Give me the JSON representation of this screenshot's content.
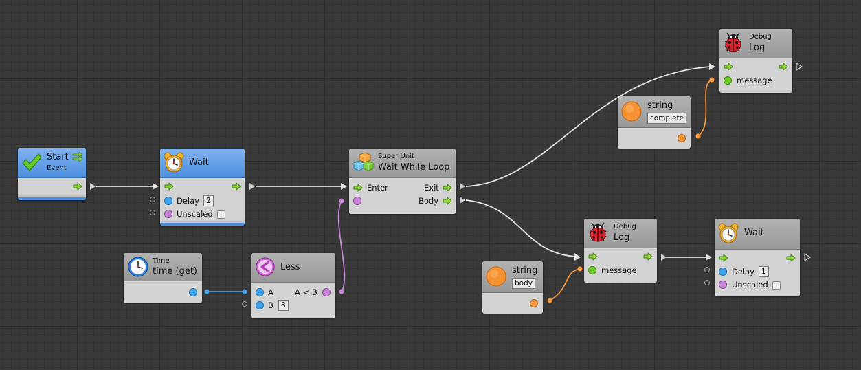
{
  "colors": {
    "canvas": "#393939",
    "node_header_gray": "#a5a5a5",
    "node_header_blue": "#5f9de6",
    "control_wire": "#e6e6e6",
    "float_port": "#3da3ec",
    "bool_port": "#c986d8",
    "string_port": "#f7963c",
    "flow_arrow": "#7ac92a"
  },
  "nodes": {
    "start": {
      "title": "Start",
      "subtitle": "Event",
      "icon": "checkmark-icon"
    },
    "wait1": {
      "title": "Wait",
      "icon": "alarm-clock-icon",
      "delay_label": "Delay",
      "delay_value": "2",
      "unscaled_label": "Unscaled"
    },
    "time": {
      "subtitle": "Time",
      "title": "time (get)",
      "icon": "clock-icon"
    },
    "less": {
      "title": "Less",
      "icon": "less-than-icon",
      "a_label": "A",
      "b_label": "B",
      "b_value": "8",
      "out_label": "A < B"
    },
    "superunit": {
      "subtitle": "Super Unit",
      "title": "Wait While Loop",
      "icon": "cubes-icon",
      "enter_label": "Enter",
      "exit_label": "Exit",
      "body_label": "Body"
    },
    "string1": {
      "title": "string",
      "value": "complete",
      "icon": "orange-circle-icon"
    },
    "debug1": {
      "subtitle": "Debug",
      "title": "Log",
      "icon": "ladybug-icon",
      "message_label": "message"
    },
    "string2": {
      "title": "string",
      "value": "body",
      "icon": "orange-circle-icon"
    },
    "debug2": {
      "subtitle": "Debug",
      "title": "Log",
      "icon": "ladybug-icon",
      "message_label": "message"
    },
    "wait2": {
      "title": "Wait",
      "icon": "alarm-clock-icon",
      "delay_label": "Delay",
      "delay_value": "1",
      "unscaled_label": "Unscaled"
    }
  }
}
